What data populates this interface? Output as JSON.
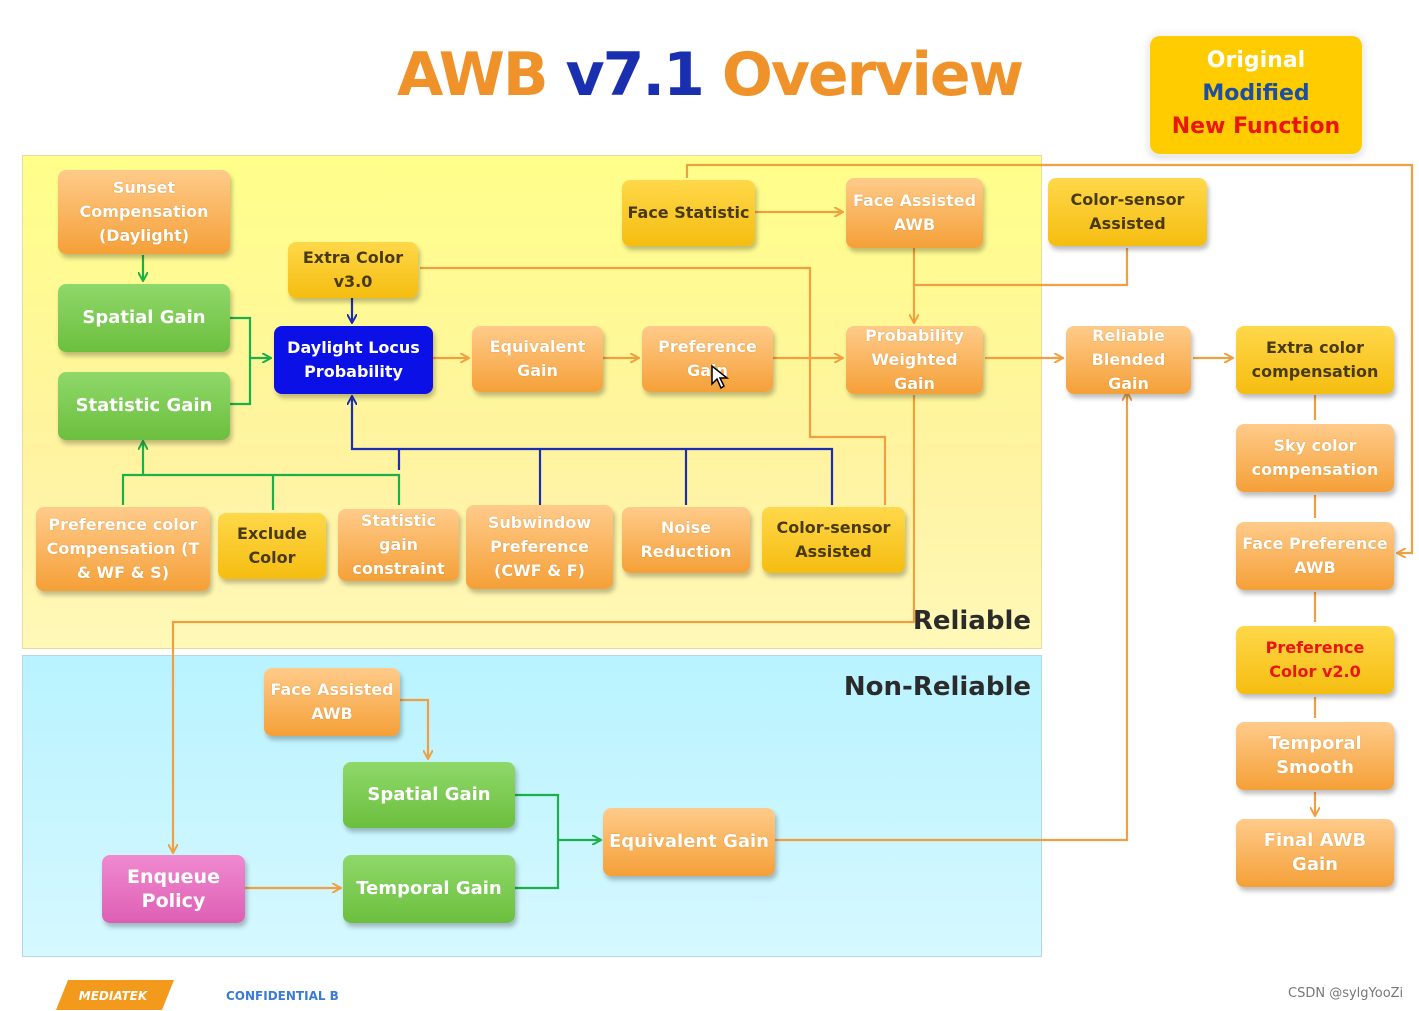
{
  "title": {
    "part1": "AWB",
    "part2": "v7.1",
    "part3": "Overview"
  },
  "legend": {
    "original": "Original",
    "modified": "Modified",
    "new_function": "New Function"
  },
  "zones": {
    "reliable": "Reliable",
    "non_reliable": "Non-Reliable"
  },
  "boxes": {
    "sunset": "Sunset Compensation (Daylight)",
    "spatial_gain": "Spatial Gain",
    "statistic_gain": "Statistic Gain",
    "extra_color": "Extra Color v3.0",
    "daylight_locus": "Daylight Locus Probability",
    "equivalent_gain": "Equivalent Gain",
    "preference_gain": "Preference Gain",
    "face_statistic": "Face Statistic",
    "face_assisted_awb": "Face Assisted AWB",
    "color_sensor_top": "Color-sensor Assisted",
    "prob_weighted_gain": "Probability Weighted Gain",
    "reliable_blended_gain": "Reliable Blended Gain",
    "extra_color_comp": "Extra color compensation",
    "sky_color_comp": "Sky color compensation",
    "face_pref_awb": "Face Preference AWB",
    "pref_color_v2": "Preference Color v2.0",
    "temporal_smooth": "Temporal Smooth",
    "final_awb_gain": "Final AWB Gain",
    "pref_color_comp": "Preference color Compensation (T & WF & S)",
    "exclude_color": "Exclude Color",
    "stat_gain_constraint": "Statistic gain constraint",
    "subwindow_pref": "Subwindow Preference (CWF & F)",
    "noise_reduction": "Noise Reduction",
    "color_sensor_bottom": "Color-sensor Assisted",
    "nr_face_assisted_awb": "Face Assisted AWB",
    "nr_spatial_gain": "Spatial Gain",
    "nr_temporal_gain": "Temporal Gain",
    "nr_equivalent_gain": "Equivalent Gain",
    "enqueue_policy": "Enqueue Policy"
  },
  "footer": {
    "logo": "MEDIATEK",
    "confidential": "CONFIDENTIAL B",
    "watermark": "CSDN @sylgYooZi"
  },
  "colors": {
    "orange_arrow": "#f0a040",
    "green_arrow": "#1cb04a",
    "blue_arrow": "#1a2fb0",
    "legend_bg": "#ffcc00"
  }
}
